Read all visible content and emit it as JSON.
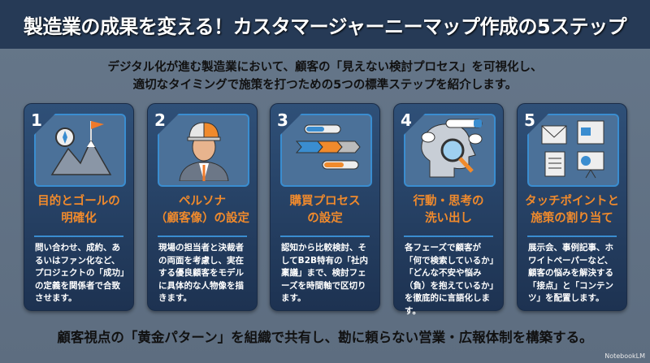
{
  "header": {
    "title": "製造業の成果を変える！カスタマージャーニーマップ作成の5ステップ"
  },
  "intro": {
    "line1": "デジタル化が進む製造業において、顧客の「見えない検討プロセス」を可視化し、",
    "line2": "適切なタイミングで施策を打つための5つの標準ステップを紹介します。"
  },
  "steps": [
    {
      "num": "1",
      "title1": "目的とゴールの",
      "title2": "明確化",
      "icon": "mountain-flag-icon",
      "text": "問い合わせ、成約、あるいはファン化など、プロジェクトの「成功」の定義を関係者で合致させます。"
    },
    {
      "num": "2",
      "title1": "ペルソナ",
      "title2": "（顧客像）の設定",
      "icon": "persona-icon",
      "text": "現場の担当者と決裁者の両面を考慮し、実在する優良顧客をモデルに具体的な人物像を描きます。"
    },
    {
      "num": "3",
      "title1": "購買プロセス",
      "title2": "の設定",
      "icon": "process-flow-icon",
      "text": "認知から比較検討、そしてB2B特有の「社内稟議」まで、検討フェーズを時間軸で区切ります。"
    },
    {
      "num": "4",
      "title1": "行動・思考の",
      "title2": "洗い出し",
      "icon": "head-magnifier-icon",
      "text": "各フェーズで顧客が「何で検索しているか」「どんな不安や悩み（負）を抱えているか」を徹底的に言語化します。"
    },
    {
      "num": "5",
      "title1": "タッチポイントと",
      "title2": "施策の割り当て",
      "icon": "touchpoints-icon",
      "text": "展示会、事例記事、ホワイトペーパーなど、顧客の悩みを解決する「接点」と「コンテンツ」を配置します。"
    }
  ],
  "footer": {
    "text": "顧客視点の「黄金パターン」を組織で共有し、勘に頼らない営業・広報体制を構築する。"
  },
  "brand": {
    "label": "NotebookLM"
  },
  "colors": {
    "accent": "#f08a2c",
    "header": "#263a56",
    "card": "#2f5078"
  }
}
